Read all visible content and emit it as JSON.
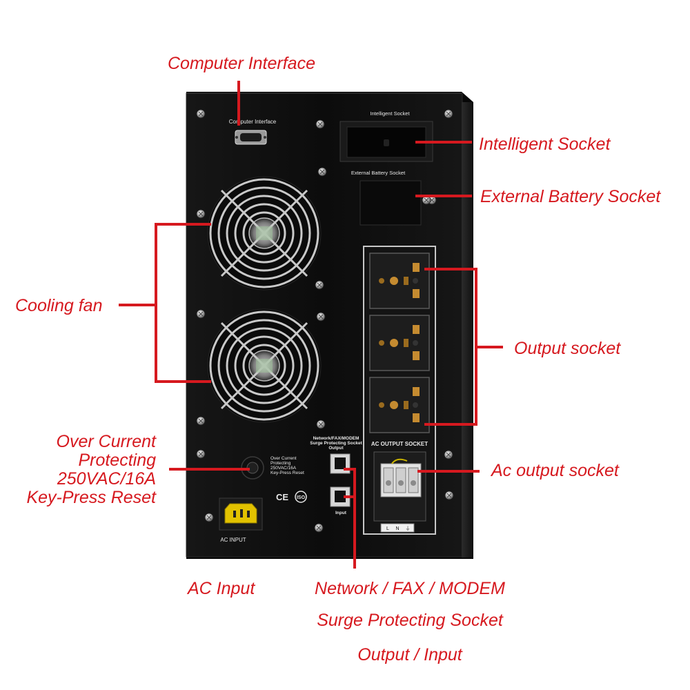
{
  "callouts": {
    "computer_interface": "Computer Interface",
    "intelligent_socket": "Intelligent Socket",
    "external_battery_socket": "External Battery Socket",
    "cooling_fan": "Cooling fan",
    "output_socket": "Output socket",
    "over_current": [
      "Over Current",
      "Protecting",
      "250VAC/16A",
      "Key-Press Reset"
    ],
    "ac_output_socket": "Ac output socket",
    "ac_input": "AC Input",
    "network_line1": "Network / FAX / MODEM",
    "network_line2": "Surge Protecting Socket",
    "network_line3": "Output / Input"
  },
  "panel_print": {
    "computer_interface": "Computer  Interface",
    "intelligent_socket": "Intelligent Socket",
    "external_battery_socket": "External Battery Socket",
    "ac_output_socket": "AC OUTPUT SOCKET",
    "over_current": [
      "Over Current",
      "Protecting",
      "250VAC/16A",
      "Key-Press Reset"
    ],
    "network_block": [
      "Network/FAX/MODEM",
      "Surge Protecting Socket",
      "Output"
    ],
    "input": "Input",
    "ac_input": "AC INPUT",
    "terminal_labels": [
      "L",
      "N",
      "⏚"
    ],
    "ce_mark": "CE",
    "iso_mark": "ISO"
  },
  "colors": {
    "callout": "#d6191f",
    "panel": "#0f0f0f",
    "panel_edge": "#2a2a2a"
  },
  "icons": {
    "screw": "screw-icon",
    "fan": "fan-grille-icon"
  }
}
